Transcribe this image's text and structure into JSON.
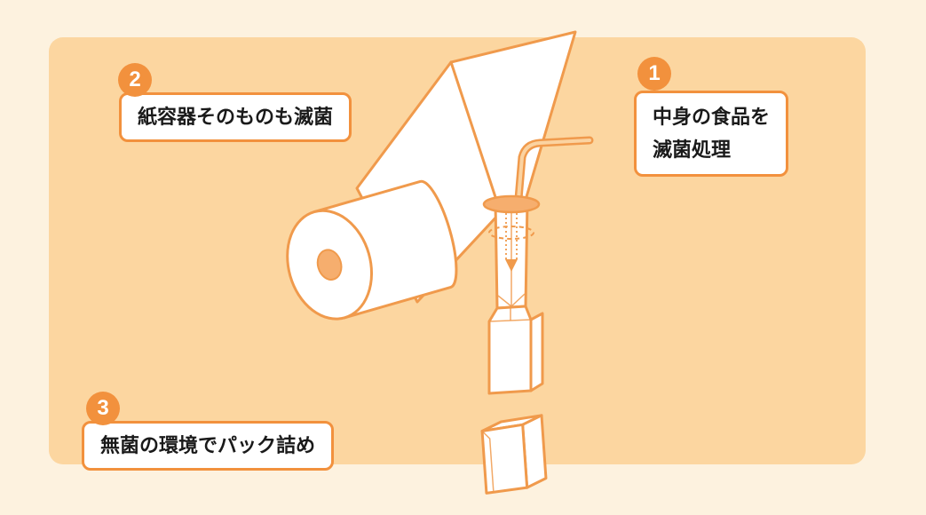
{
  "colors": {
    "background": "#fdf2df",
    "panel": "#fcd6a0",
    "accent": "#f2913d",
    "outline": "#f09a4c",
    "text": "#1a1a1a"
  },
  "callouts": {
    "step1": {
      "number": "1",
      "line1": "中身の食品を",
      "line2": "滅菌処理"
    },
    "step2": {
      "number": "2",
      "line1": "紙容器そのものも滅菌"
    },
    "step3": {
      "number": "3",
      "line1": "無菌の環境でパック詰め"
    }
  }
}
